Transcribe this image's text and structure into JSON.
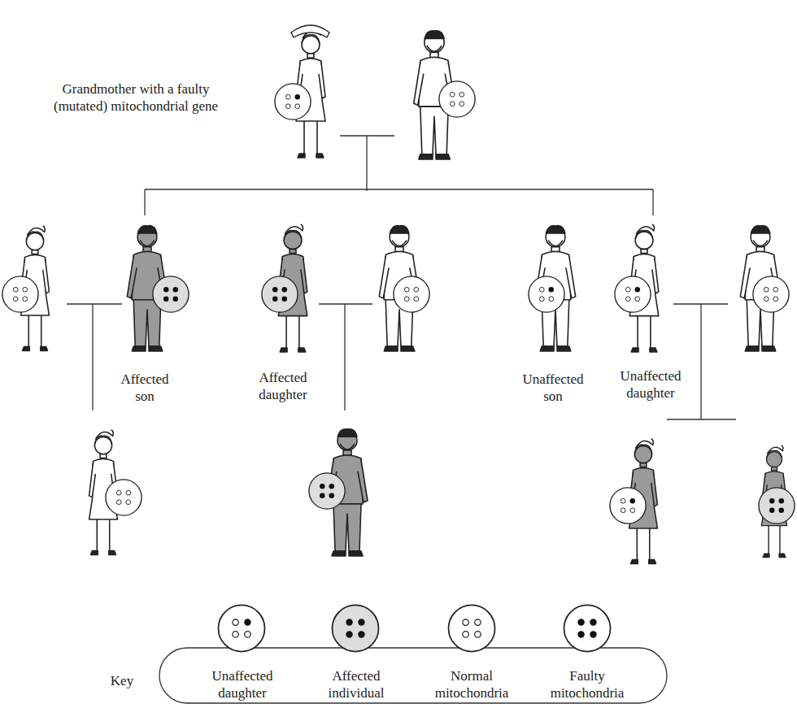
{
  "diagram": {
    "labels": [
      "Grandmother with a faulty (mutated) mitochondrial gene",
      "Affected son",
      "Affected daughter",
      "Unaffected son",
      "Unaffected daughter",
      "Key"
    ],
    "legend": [
      {
        "text": "Unaffected daughter"
      },
      {
        "text": "Affected individual"
      },
      {
        "text": "Normal mitochondria"
      },
      {
        "text": "Faulty mitochondria"
      }
    ]
  }
}
